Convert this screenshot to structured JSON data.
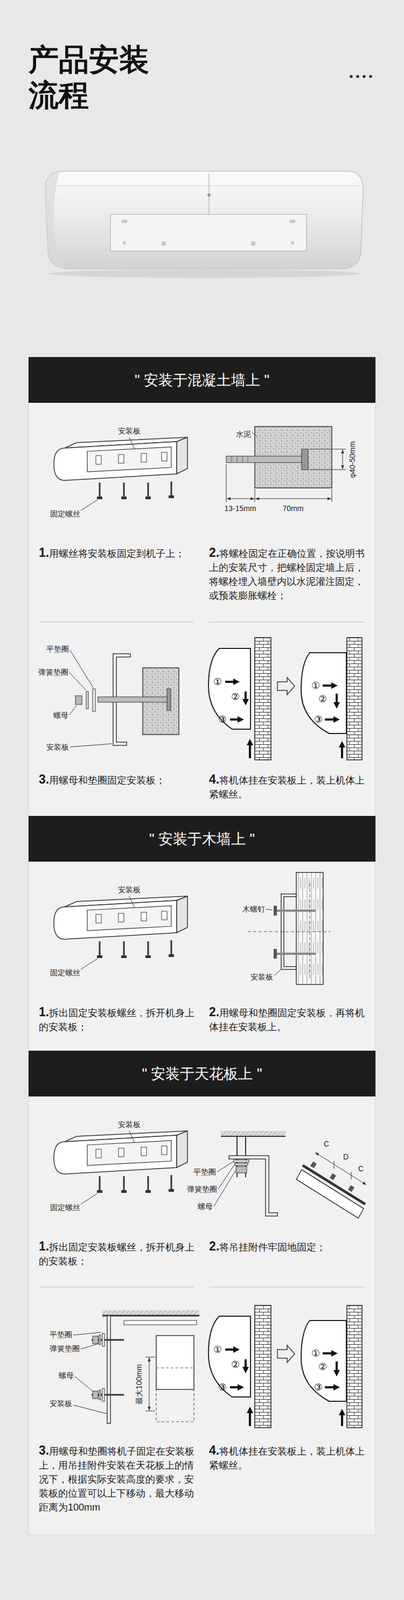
{
  "diagram": {
    "title": "产品安装 流程",
    "nodes": [
      {
        "text": [
          "\" 安装于混凝土墙上 \""
        ]
      },
      {
        "text": [
          "\" 安装于木墙上 \""
        ]
      },
      {
        "text": [
          "\" 安装于天花板上 \""
        ]
      }
    ],
    "labels": [
      "安装板",
      "固定螺丝",
      "水泥",
      "φ40-50mm",
      "13-15mm",
      "70mm",
      "1.用螺丝将安装板固定到机子上；",
      "2.将螺栓固定在正确位置，按说明书上的安装尺寸，把螺栓固定墙上后，将螺栓埋入墙壁内以水泥灌注固定，或预装膨胀螺栓；",
      "平垫圈",
      "弹簧垫圈",
      "螺母",
      "安装板",
      "①",
      "②",
      "③",
      "①",
      "②",
      "③",
      "3.用螺母和垫圈固定安装板；",
      "4.将机体挂在安装板上，装上机体上紧螺丝。",
      "安装板",
      "固定螺丝",
      "木螺钉",
      "安装板",
      "1.拆出固定安装板螺丝，拆开机身上的安装板；",
      "2.用螺母和垫圈固定安装板，再将机体挂在安装板上。",
      "安装板",
      "固定螺丝",
      "平垫圈",
      "弹簧垫圈",
      "螺母",
      "C",
      "D",
      "C",
      "1.拆出固定安装板螺丝，拆开机身上的安装板；",
      "2.将吊挂附件牢固地固定；",
      "平垫圈",
      "弹簧垫圈",
      "螺母",
      "安装板",
      "最大100mm",
      "①",
      "②",
      "③",
      "①",
      "②",
      "③",
      "3.用螺母和垫圈将机子固定在安装板上，用吊挂附件安装在天花板上的情况下，根据实际安装高度的要求，安装板的位置可以上下移动，最大移动距离为100mm",
      "4.将机体挂在安装板上，装上机体上紧螺丝。"
    ]
  }
}
